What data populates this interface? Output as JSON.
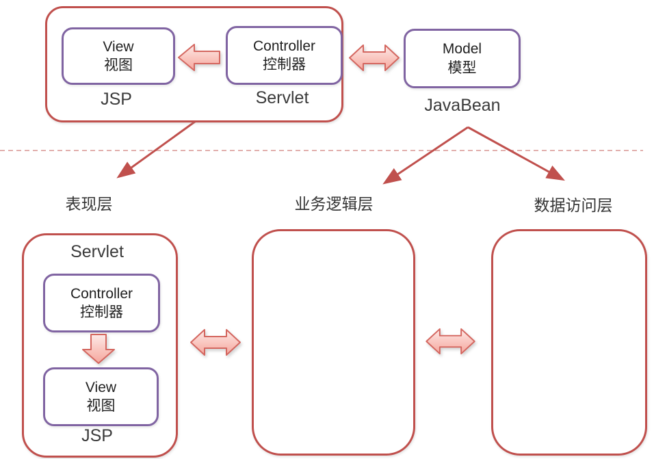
{
  "diagram": {
    "title_hint": "JavaWeb MVC to three-tier architecture mapping",
    "mvc": {
      "view": {
        "title": "View",
        "subtitle": "视图"
      },
      "controller": {
        "title": "Controller",
        "subtitle": "控制器"
      },
      "model": {
        "title": "Model",
        "subtitle": "模型"
      },
      "jsp": "JSP",
      "servlet": "Servlet",
      "javabean": "JavaBean"
    },
    "tiers": {
      "presentation": {
        "label": "表现层",
        "servlet": "Servlet",
        "controller": {
          "title": "Controller",
          "subtitle": "控制器"
        },
        "view": {
          "title": "View",
          "subtitle": "视图"
        },
        "jsp": "JSP"
      },
      "business": {
        "label": "业务逻辑层"
      },
      "data_access": {
        "label": "数据访问层"
      }
    }
  },
  "colors": {
    "box_red": "#C0504D",
    "box_purple": "#8064A2",
    "arrow_fill_top": "#FDEAE8",
    "arrow_fill_bottom": "#F5A79E",
    "arrow_stroke": "#D4665F",
    "dashed_divider": "#D99694",
    "connector_red": "#C0504D",
    "text": "#333333"
  }
}
